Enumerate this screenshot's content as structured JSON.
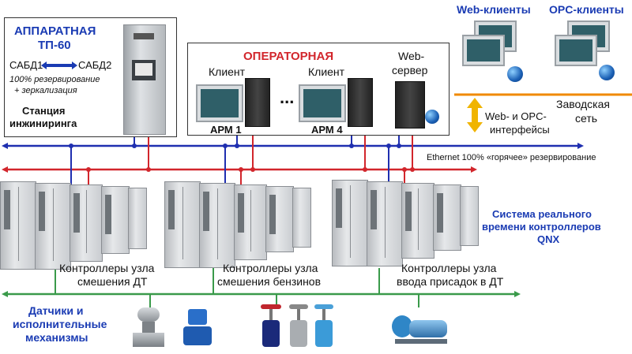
{
  "engineering": {
    "title_line1": "АППАРАТНАЯ",
    "title_line2": "ТП-60",
    "sabd_left": "САБД1",
    "sabd_right": "САБД2",
    "redundancy": "100% резервирование",
    "mirroring": "+ зеркализация",
    "station_line1": "Станция",
    "station_line2": "инжиниринга"
  },
  "operator": {
    "title": "ОПЕРАТОРНАЯ",
    "client1": "Клиент",
    "client2": "Клиент",
    "dots": "...",
    "web_line1": "Web-",
    "web_line2": "сервер",
    "arm1": "АРМ 1",
    "arm4": "АРМ 4"
  },
  "clients": {
    "web": "Web-клиенты",
    "opc": "OPC-клиенты",
    "factory_line1": "Заводская",
    "factory_line2": "сеть",
    "iface_line1": "Web- и OPC-",
    "iface_line2": "интерфейсы"
  },
  "network": {
    "ethernet": "Ethernet 100% «горячее» резервирование"
  },
  "qnx": {
    "line1": "Система реального",
    "line2": "времени контроллеров",
    "line3": "QNX"
  },
  "controllers": [
    {
      "line1": "Контроллеры узла",
      "line2": "смешения ДТ"
    },
    {
      "line1": "Контроллеры узла",
      "line2": "смешения бензинов"
    },
    {
      "line1": "Контроллеры узла",
      "line2": "ввода присадок в ДТ"
    }
  ],
  "field": {
    "line1": "Датчики и",
    "line2": "исполнительные",
    "line3": "механизмы"
  },
  "colors": {
    "blue_bus": "#1f2fb0",
    "red_bus": "#d2262c",
    "green_bus": "#3a9a4a",
    "title_blue": "#1a3bb3",
    "arrow": "#f0b400"
  }
}
